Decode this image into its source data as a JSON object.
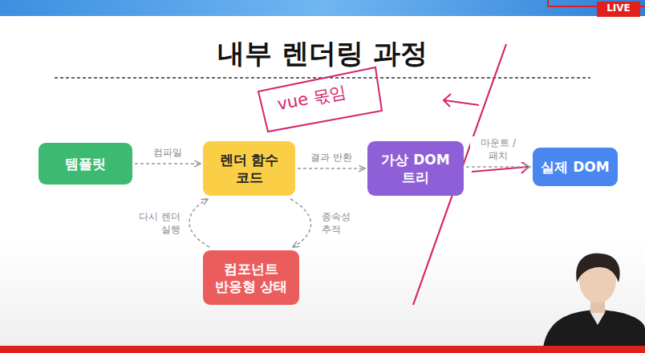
{
  "diagram": {
    "title": "내부 렌더링 과정",
    "nodes": [
      {
        "text": [
          "템플릿"
        ]
      },
      {
        "text": [
          "렌더 함수 코드"
        ]
      },
      {
        "text": [
          "가상 DOM 트리"
        ]
      },
      {
        "text": [
          "실제 DOM"
        ]
      },
      {
        "text": [
          "컴포넌트 반응형 상태"
        ]
      }
    ],
    "edges": [
      {
        "from": 0,
        "to": 1,
        "arrow": "to",
        "label": "컴파일"
      },
      {
        "from": 1,
        "to": 2,
        "arrow": "to",
        "label": "결과 반환"
      },
      {
        "from": 2,
        "to": 3,
        "arrow": "to",
        "label": "마운트 / 패치"
      },
      {
        "from": 1,
        "to": 4,
        "arrow": "to",
        "label": "종속성 추적"
      },
      {
        "from": 4,
        "to": 1,
        "arrow": "to",
        "label": "다시 렌더 실행"
      }
    ],
    "labels": [
      "vue 몫임",
      "LIVE"
    ]
  }
}
